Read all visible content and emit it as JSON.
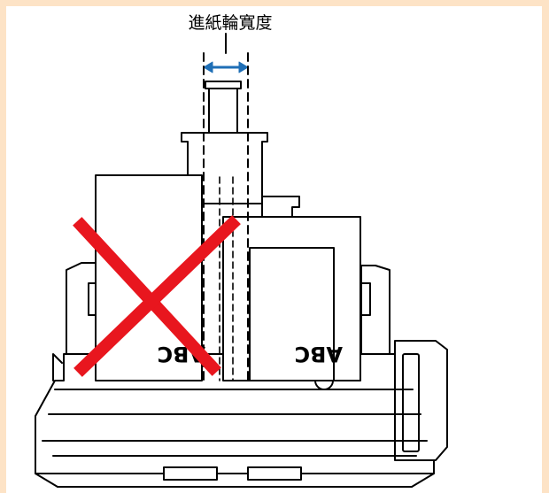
{
  "figure": {
    "label": "進紙輪寬度",
    "page_text_left": "ABC",
    "page_text_right": "ABC",
    "colors": {
      "background_border": "#fde3c6",
      "cross": "#e8161e",
      "arrow": "#1f6fb6",
      "outline": "#000000"
    },
    "icons": [
      "width-arrow-icon",
      "wrong-x-icon",
      "scanner-illustration"
    ]
  }
}
